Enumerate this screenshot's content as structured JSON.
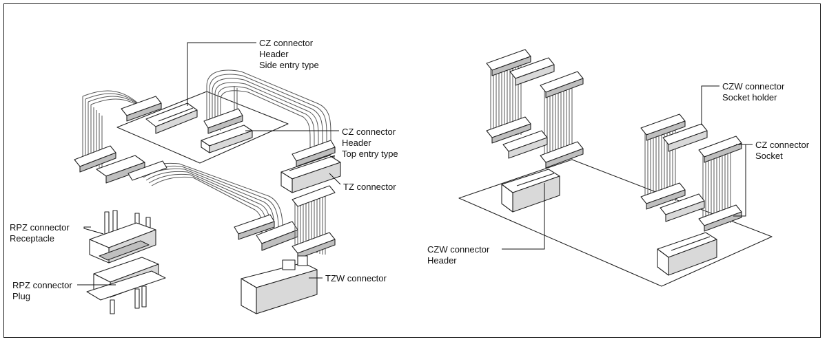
{
  "colors": {
    "line": "#222222",
    "fill": "#ffffff",
    "shade": "#bfbfbf",
    "wire": "#555555"
  },
  "labels": {
    "cz_header_side": [
      "CZ connector",
      "Header",
      "Side entry type"
    ],
    "cz_header_top": [
      "CZ connector",
      "Header",
      "Top entry type"
    ],
    "tz": [
      "TZ connector"
    ],
    "tzw": [
      "TZW connector"
    ],
    "rpz_receptacle": [
      "RPZ connector",
      "Receptacle"
    ],
    "rpz_plug": [
      "RPZ connector",
      "Plug"
    ],
    "czw_socket_holder": [
      "CZW connector",
      "Socket holder"
    ],
    "cz_socket": [
      "CZ connector",
      "Socket"
    ],
    "czw_header": [
      "CZW connector",
      "Header"
    ]
  }
}
